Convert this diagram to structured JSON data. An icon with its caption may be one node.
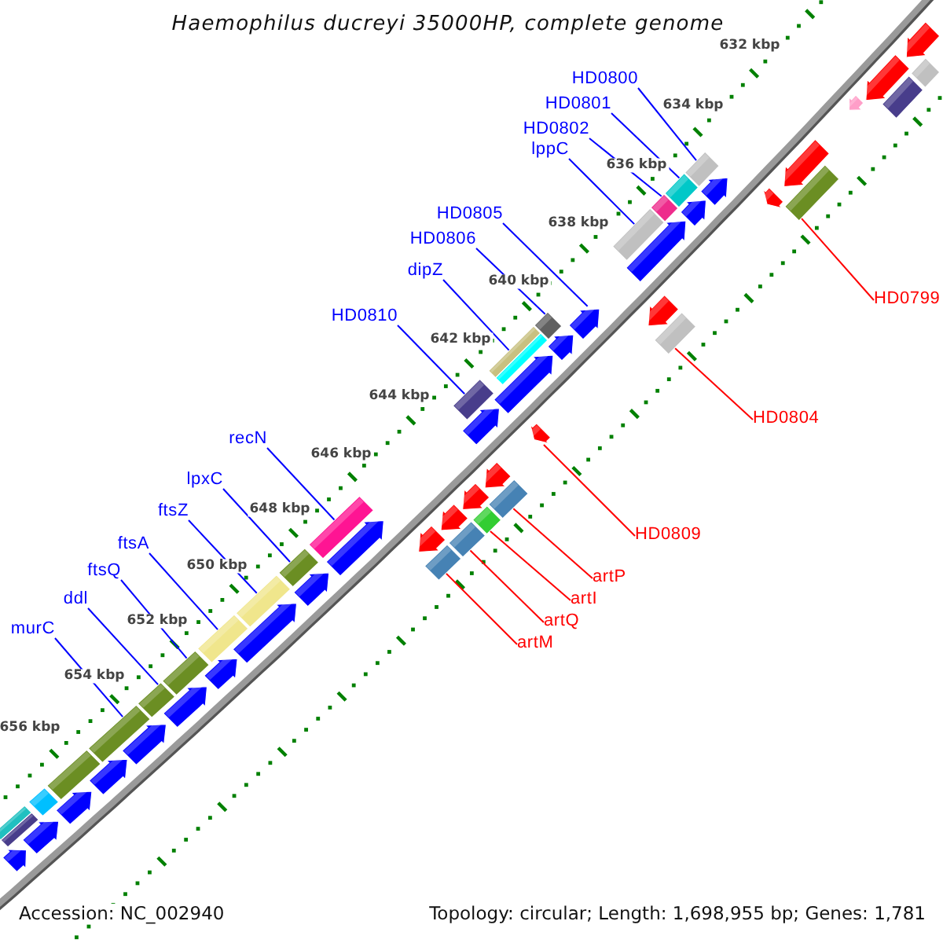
{
  "diagram": {
    "title": "Haemophilus ducreyi 35000HP, complete genome",
    "nodes": [
      {
        "text": [
          "HD0800"
        ]
      },
      {
        "text": [
          "HD0801"
        ]
      },
      {
        "text": [
          "HD0802"
        ]
      },
      {
        "text": [
          "lppC"
        ]
      },
      {
        "text": [
          "HD0805"
        ]
      },
      {
        "text": [
          "HD0806"
        ]
      },
      {
        "text": [
          "dipZ"
        ]
      },
      {
        "text": [
          "HD0799"
        ]
      },
      {
        "text": [
          "HD0810"
        ]
      },
      {
        "text": [
          "HD0804"
        ]
      },
      {
        "text": [
          "recN"
        ]
      },
      {
        "text": [
          "lpxC"
        ]
      },
      {
        "text": [
          "ftsZ"
        ]
      },
      {
        "text": [
          "HD0809"
        ]
      },
      {
        "text": [
          "ftsA"
        ]
      },
      {
        "text": [
          "artP"
        ]
      },
      {
        "text": [
          "ftsQ"
        ]
      },
      {
        "text": [
          "artI"
        ]
      },
      {
        "text": [
          "ddl"
        ]
      },
      {
        "text": [
          "artQ"
        ]
      },
      {
        "text": [
          "murC"
        ]
      },
      {
        "text": [
          "artM"
        ]
      },
      {
        "text": [],
        "shape": "arrow"
      },
      {
        "text": [],
        "shape": "bar"
      },
      {
        "text": [],
        "shape": "bar"
      },
      {
        "text": [],
        "shape": "arrow"
      },
      {
        "text": [],
        "shape": "arrow"
      },
      {
        "text": [],
        "shape": "arrow"
      },
      {
        "text": [],
        "shape": "bar"
      },
      {
        "text": [],
        "shape": "arrow"
      },
      {
        "text": [],
        "shape": "arrow"
      },
      {
        "text": [],
        "shape": "bar"
      },
      {
        "text": [],
        "shape": "bar"
      },
      {
        "text": [],
        "shape": "arrow"
      },
      {
        "text": [],
        "shape": "bar"
      },
      {
        "text": [],
        "shape": "arrow"
      },
      {
        "text": [],
        "shape": "bar"
      },
      {
        "text": [],
        "shape": "arrow"
      },
      {
        "text": [],
        "shape": "bar"
      },
      {
        "text": [],
        "shape": "arrow"
      },
      {
        "text": [],
        "shape": "arrow"
      },
      {
        "text": [],
        "shape": "bar"
      },
      {
        "text": [],
        "shape": "bar"
      },
      {
        "text": [],
        "shape": "bar"
      },
      {
        "text": [],
        "shape": "arrow"
      },
      {
        "text": [],
        "shape": "arrow"
      },
      {
        "text": [],
        "shape": "bar"
      },
      {
        "text": [],
        "shape": "arrow"
      },
      {
        "text": [],
        "shape": "arrow"
      },
      {
        "text": [],
        "shape": "bar"
      },
      {
        "text": [],
        "shape": "arrow"
      },
      {
        "text": [],
        "shape": "bar"
      },
      {
        "text": [],
        "shape": "arrow"
      },
      {
        "text": [],
        "shape": "bar"
      },
      {
        "text": [],
        "shape": "arrow"
      },
      {
        "text": [],
        "shape": "bar"
      },
      {
        "text": [],
        "shape": "bar"
      },
      {
        "text": [],
        "shape": "arrow"
      },
      {
        "text": [],
        "shape": "bar"
      },
      {
        "text": [],
        "shape": "arrow"
      },
      {
        "text": [],
        "shape": "bar"
      },
      {
        "text": [],
        "shape": "arrow"
      },
      {
        "text": [],
        "shape": "bar"
      },
      {
        "text": [],
        "shape": "arrow"
      },
      {
        "text": [],
        "shape": "bar"
      },
      {
        "text": [],
        "shape": "arrow"
      },
      {
        "text": [],
        "shape": "bar"
      },
      {
        "text": [],
        "shape": "arrow"
      },
      {
        "text": [],
        "shape": "bar"
      },
      {
        "text": [],
        "shape": "arrow"
      },
      {
        "text": [],
        "shape": "bar"
      },
      {
        "text": [],
        "shape": "arrow"
      },
      {
        "text": [],
        "shape": "bar"
      },
      {
        "text": [],
        "shape": "arrow"
      },
      {
        "text": [],
        "shape": "arrow"
      },
      {
        "text": [],
        "shape": "bar"
      },
      {
        "text": [],
        "shape": "bar"
      }
    ],
    "edges": [
      {
        "from": 0,
        "to": 31,
        "arrow": "none"
      },
      {
        "from": 1,
        "to": 32,
        "arrow": "none"
      },
      {
        "from": 2,
        "to": 34,
        "arrow": "none"
      },
      {
        "from": 3,
        "to": 36,
        "arrow": "none"
      },
      {
        "from": 4,
        "to": 39,
        "arrow": "none"
      },
      {
        "from": 5,
        "to": 41,
        "arrow": "none"
      },
      {
        "from": 6,
        "to": 42,
        "arrow": "none"
      },
      {
        "from": 7,
        "to": 28,
        "arrow": "none",
        "color": "#ff0000"
      },
      {
        "from": 8,
        "to": 46,
        "arrow": "none"
      },
      {
        "from": 9,
        "to": 38,
        "arrow": "none",
        "color": "#ff0000"
      },
      {
        "from": 10,
        "to": 56,
        "arrow": "none"
      },
      {
        "from": 11,
        "to": 58,
        "arrow": "none"
      },
      {
        "from": 12,
        "to": 60,
        "arrow": "none"
      },
      {
        "from": 13,
        "to": 45,
        "arrow": "none",
        "color": "#ff0000"
      },
      {
        "from": 14,
        "to": 62,
        "arrow": "none"
      },
      {
        "from": 15,
        "to": 49,
        "arrow": "none",
        "color": "#ff0000"
      },
      {
        "from": 16,
        "to": 64,
        "arrow": "none"
      },
      {
        "from": 17,
        "to": 51,
        "arrow": "none",
        "color": "#ff0000"
      },
      {
        "from": 18,
        "to": 66,
        "arrow": "none"
      },
      {
        "from": 19,
        "to": 53,
        "arrow": "none",
        "color": "#ff0000"
      },
      {
        "from": 20,
        "to": 68,
        "arrow": "none"
      },
      {
        "from": 21,
        "to": 55,
        "arrow": "none",
        "color": "#ff0000"
      }
    ],
    "labels": [
      "632 kbp",
      "634 kbp",
      "636 kbp",
      "638 kbp",
      "640 kbp",
      "642 kbp",
      "644 kbp",
      "646 kbp",
      "648 kbp",
      "650 kbp",
      "652 kbp",
      "654 kbp",
      "656 kbp",
      "Accession: NC_002940",
      "Topology: circular; Length: 1,698,955 bp; Genes: 1,781"
    ]
  }
}
